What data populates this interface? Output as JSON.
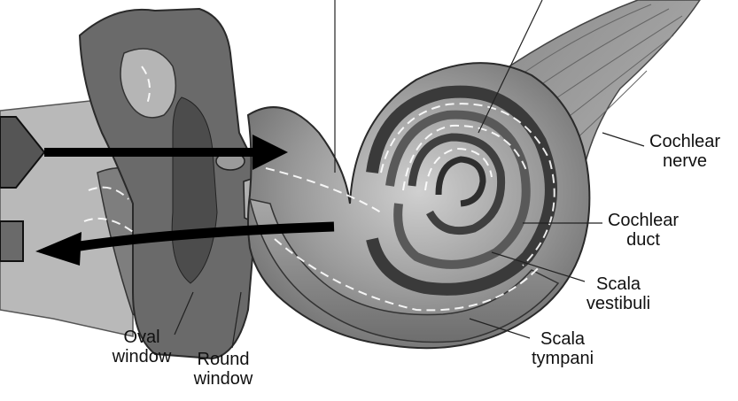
{
  "labels": {
    "cochlear_nerve": [
      "Cochlear",
      "nerve"
    ],
    "cochlear_duct": [
      "Cochlear",
      "duct"
    ],
    "scala_vestibuli": [
      "Scala",
      "vestibuli"
    ],
    "scala_tympani": [
      "Scala",
      "tympani"
    ],
    "oval_window": [
      "Oval",
      "window"
    ],
    "round_window": [
      "Round",
      "window"
    ]
  },
  "colors": {
    "arrow": "#000000",
    "input_box": "#555555",
    "output_box": "#6a6a6a",
    "tissue_dark": "#5a5a5a",
    "tissue_mid": "#8c8c8c",
    "tissue_light": "#c4c4c4",
    "flow_lines": "#ffffff"
  },
  "icons": {
    "input": "pentagon-arrow-icon",
    "output": "square-icon"
  }
}
